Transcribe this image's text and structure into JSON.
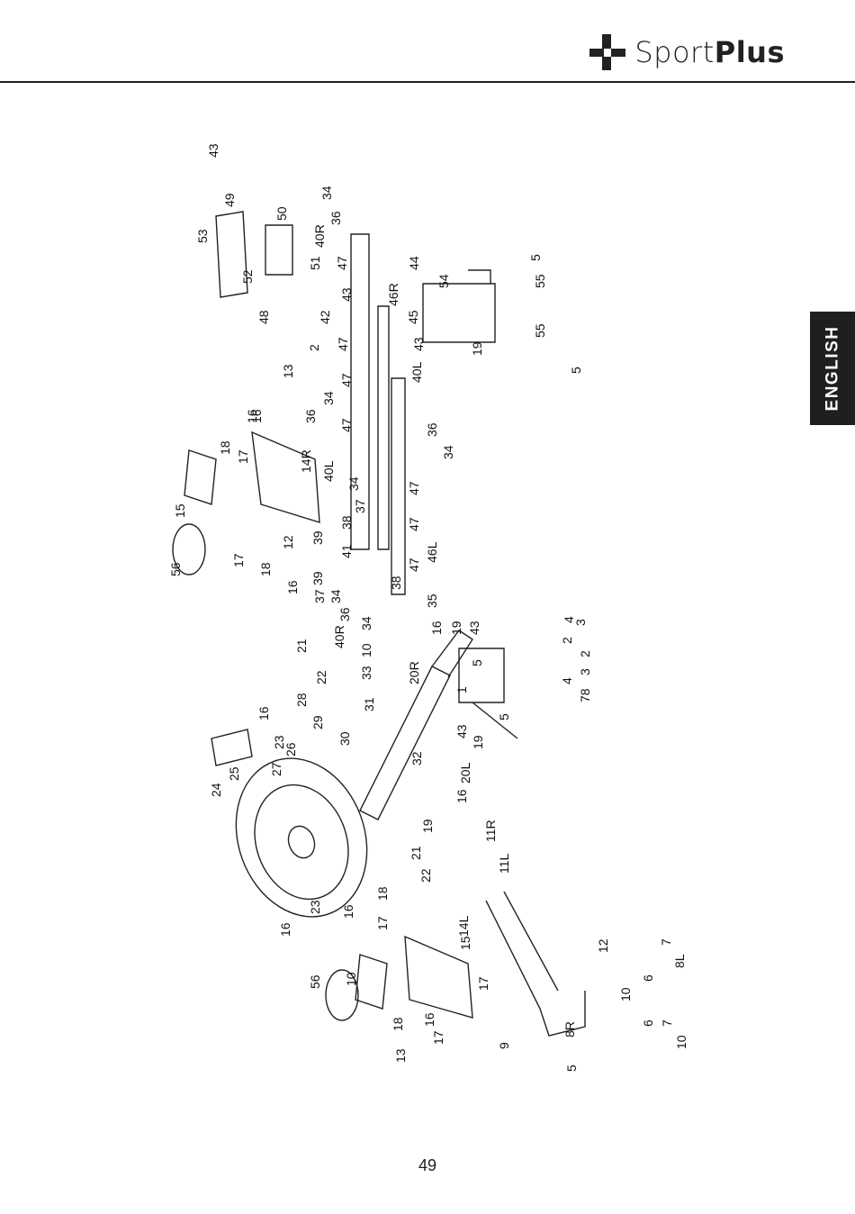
{
  "header": {
    "brand_light": "Sport",
    "brand_bold": "Plus"
  },
  "side_tab": {
    "label": "ENGLISH"
  },
  "diagram": {
    "part_labels": [
      "43",
      "49",
      "50",
      "34",
      "36",
      "40R",
      "53",
      "51",
      "52",
      "47",
      "44",
      "46R",
      "48",
      "42",
      "43",
      "2",
      "45",
      "13",
      "47",
      "43",
      "40L",
      "19",
      "54",
      "55",
      "5",
      "55",
      "5",
      "47",
      "34",
      "36",
      "36",
      "34",
      "47",
      "16",
      "18",
      "17",
      "14R",
      "15",
      "16",
      "40L",
      "34",
      "37",
      "47",
      "12",
      "38",
      "39",
      "17",
      "41",
      "47",
      "56",
      "18",
      "16",
      "39",
      "46L",
      "37",
      "38",
      "34",
      "47",
      "36",
      "35",
      "21",
      "40R",
      "34",
      "16",
      "19",
      "10",
      "43",
      "20R",
      "22",
      "33",
      "5",
      "28",
      "31",
      "1",
      "16",
      "29",
      "30",
      "23",
      "26",
      "43",
      "27",
      "32",
      "19",
      "25",
      "24",
      "20L",
      "16",
      "19",
      "21",
      "11R",
      "22",
      "11L",
      "23",
      "16",
      "16",
      "18",
      "17",
      "14L",
      "15",
      "10",
      "12",
      "56",
      "17",
      "18",
      "16",
      "17",
      "13",
      "9",
      "10",
      "8R",
      "6",
      "7",
      "8L",
      "6",
      "7",
      "10",
      "5",
      "4",
      "3",
      "2",
      "2",
      "3",
      "4",
      "78",
      "5"
    ]
  },
  "footer": {
    "page_number": "49"
  }
}
